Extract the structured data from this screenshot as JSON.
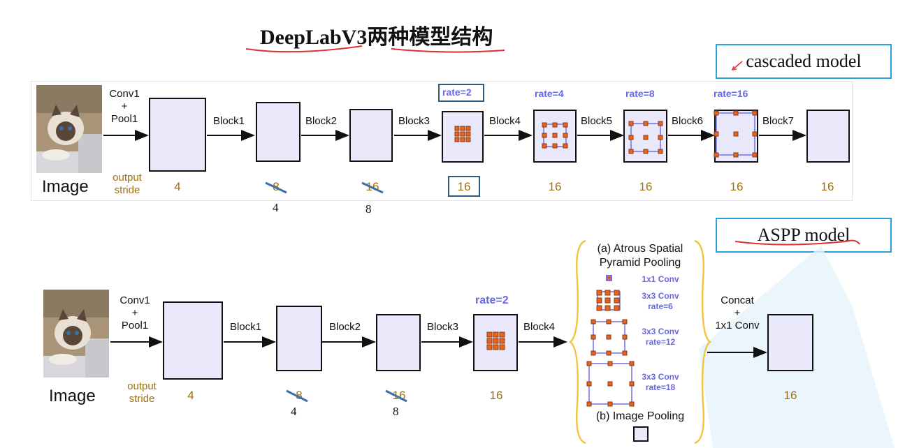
{
  "title": "DeepLabV3两种模型结构",
  "cascaded": {
    "tag": "cascaded model",
    "image_label": "Image",
    "conv_pool": [
      "Conv1",
      "+",
      "Pool1"
    ],
    "output_stride_label": [
      "output",
      "stride"
    ],
    "blocks": [
      "Block1",
      "Block2",
      "Block3",
      "Block4",
      "Block5",
      "Block6",
      "Block7"
    ],
    "rates": [
      "rate=2",
      "rate=4",
      "rate=8",
      "rate=16"
    ],
    "strides": [
      "4",
      "8",
      "16",
      "16",
      "16",
      "16",
      "16",
      "16"
    ],
    "corrected": [
      "4",
      "8"
    ]
  },
  "aspp": {
    "tag": "ASPP model",
    "image_label": "Image",
    "conv_pool": [
      "Conv1",
      "+",
      "Pool1"
    ],
    "output_stride_label": [
      "output",
      "stride"
    ],
    "blocks": [
      "Block1",
      "Block2",
      "Block3",
      "Block4"
    ],
    "rate": "rate=2",
    "strides": [
      "4",
      "8",
      "16",
      "16",
      "16"
    ],
    "corrected": [
      "4",
      "8"
    ],
    "panel_title": [
      "(a) Atrous Spatial",
      "Pyramid Pooling"
    ],
    "branches": [
      "1x1 Conv",
      "3x3 Conv",
      "rate=6",
      "3x3 Conv",
      "rate=12",
      "3x3 Conv",
      "rate=18"
    ],
    "image_pooling": "(b) Image Pooling",
    "concat": [
      "Concat",
      "+",
      "1x1 Conv"
    ]
  },
  "colors": {
    "accent": "#6868e0",
    "stride": "#a07010",
    "block_fill": "#e9e9fb",
    "dot": "#e8641e",
    "tag_border": "#2aa0e0",
    "annotation_red": "#e03030",
    "strike_blue": "#3a6fa8",
    "brace": "#f2c440"
  }
}
